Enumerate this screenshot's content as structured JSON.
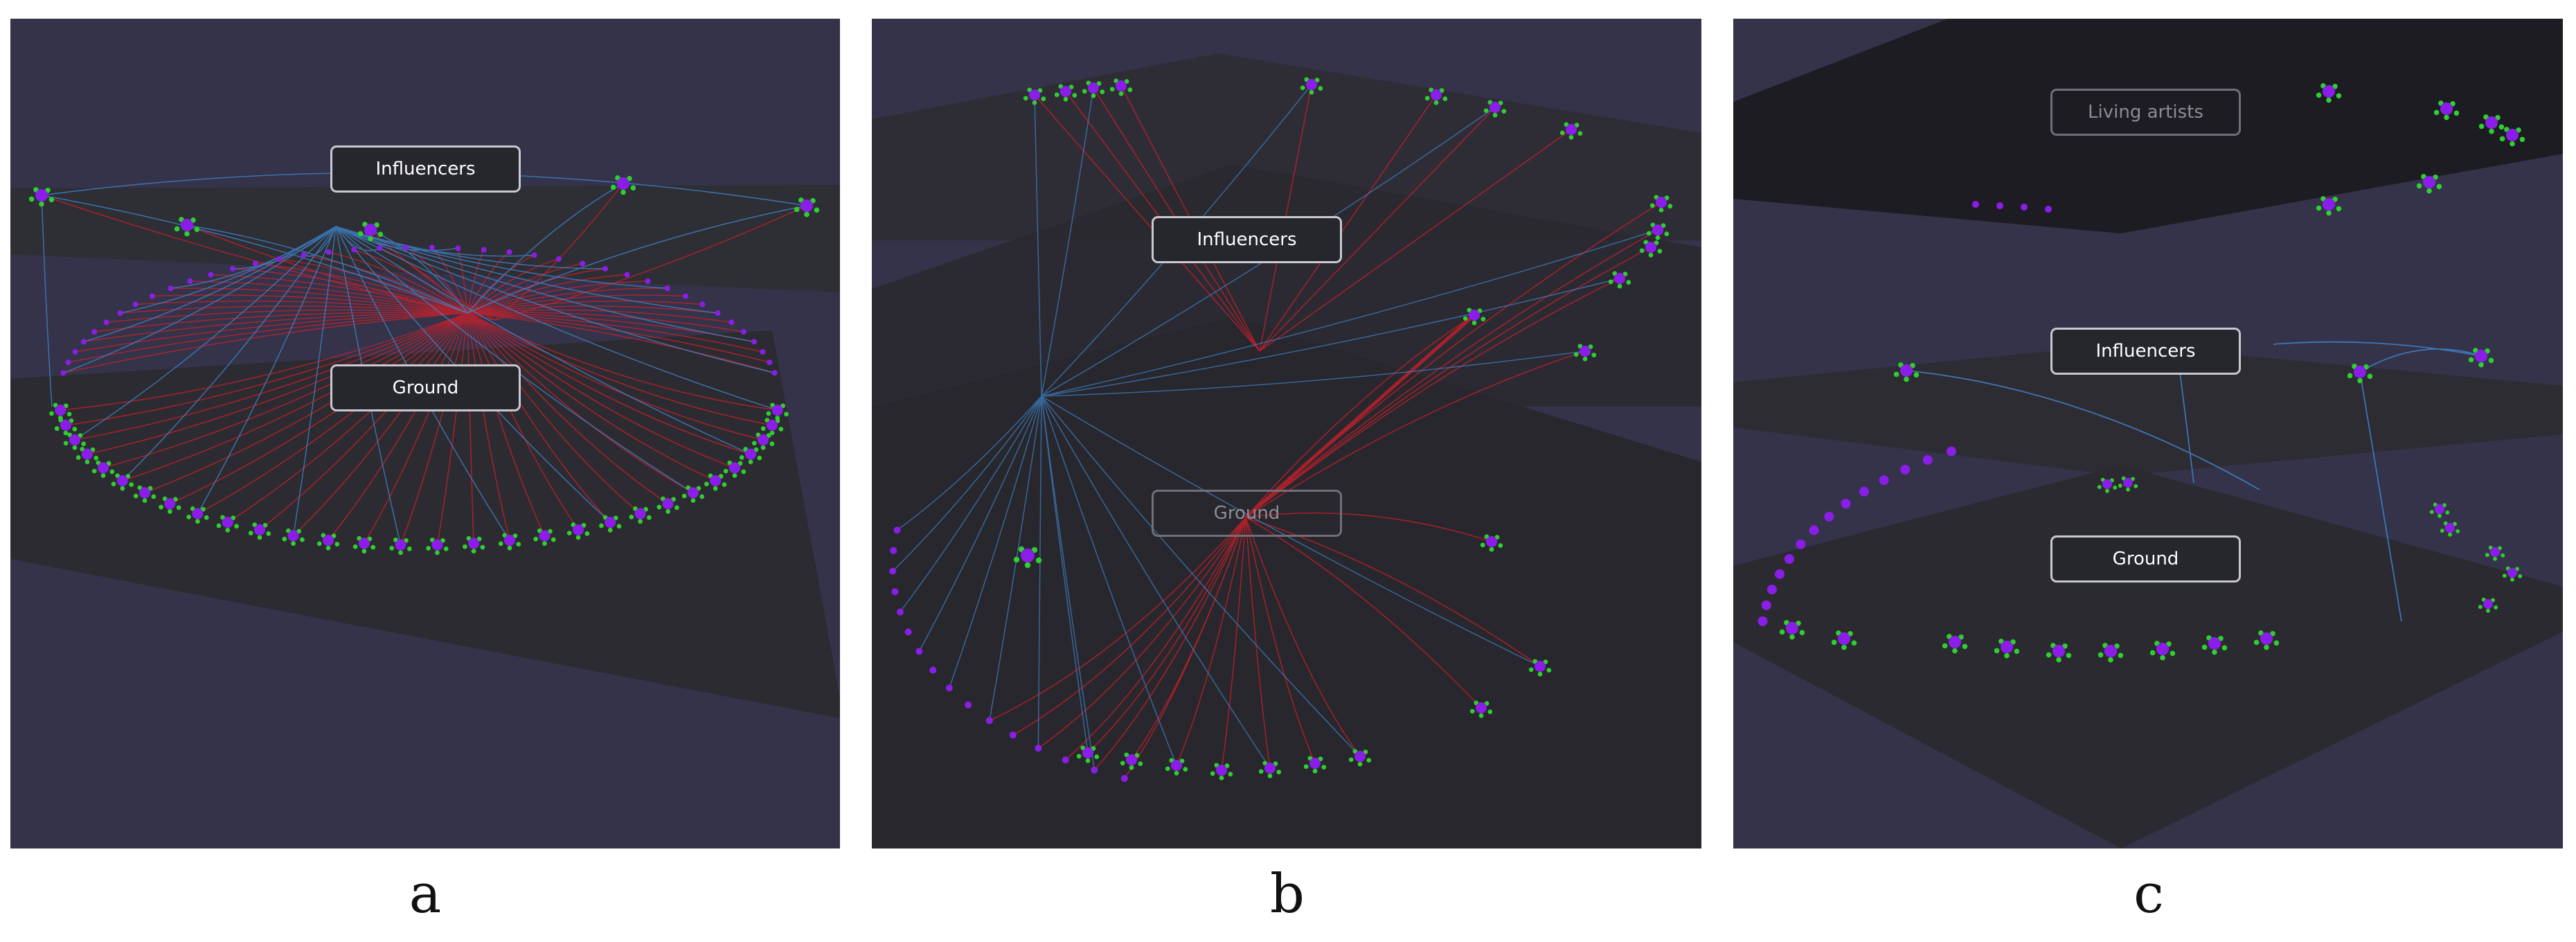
{
  "panels": [
    {
      "id": "a",
      "caption": "a",
      "labels": [
        "Influencers",
        "Ground"
      ]
    },
    {
      "id": "b",
      "caption": "b",
      "labels": [
        "Influencers",
        "Ground"
      ]
    },
    {
      "id": "c",
      "caption": "c",
      "labels": [
        "Living artists",
        "Influencers",
        "Ground"
      ]
    }
  ],
  "colors": {
    "background": "#343349",
    "plane": "#2c2b31",
    "plane_dark": "#1d1c23",
    "edge_influence": "#d01f2a",
    "edge_link": "#3f82c8",
    "node": "#8a1ee8",
    "node_leaf": "#2fcf2f",
    "label_border": "#c9c9cf"
  }
}
